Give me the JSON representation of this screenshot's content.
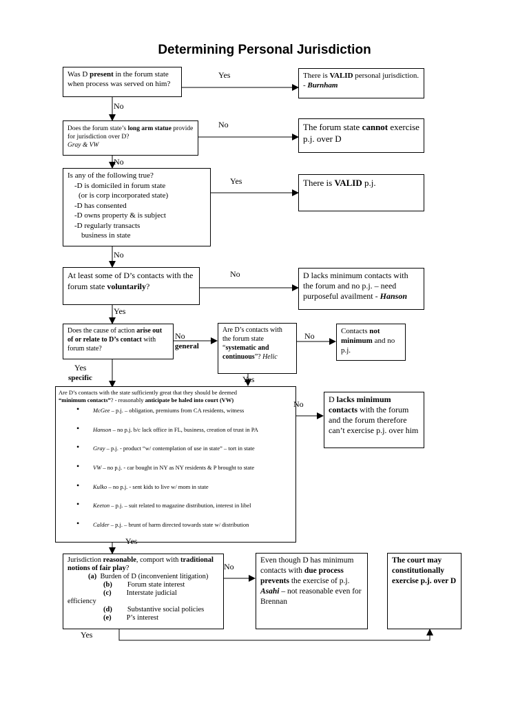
{
  "title": "Determining Personal Jurisdiction",
  "q1": {
    "pre": "Was D ",
    "bold": "present",
    "post": " in the forum state when process was served on him?"
  },
  "r1": {
    "pre": "There is ",
    "bold": "VALID",
    "mid": " personal jurisdiction. - ",
    "case": "Burnham"
  },
  "q2": {
    "pre": "Does the forum state’s ",
    "bold": "long arm statue",
    "post": " provide for jurisdiction over D?",
    "cases": "Gray & VW"
  },
  "r2": {
    "pre": "The forum state ",
    "bold": "cannot",
    "post": " exercise p.j. over D"
  },
  "q3": {
    "head": "Is any of the following true?",
    "items": [
      "-D is domiciled in forum state",
      "(or is corp incorporated state)",
      "-D has consented",
      "-D owns property & is subject",
      "-D regularly transacts",
      "business in state"
    ]
  },
  "r3": {
    "pre": "There is ",
    "bold": "VALID",
    "post": " p.j."
  },
  "q4": {
    "pre": "At least some of D’s contacts with the forum state ",
    "bold": "voluntarily",
    "post": "?"
  },
  "r4": {
    "text": "D lacks minimum contacts with the forum and no p.j. – need purposeful availment - ",
    "case": "Hanson"
  },
  "q5": {
    "pre": "Does the cause of action ",
    "bold": "arise out of or relate to D’s contact",
    "post": " with forum state?"
  },
  "q6": {
    "pre": "Are D’s contacts with the forum state “",
    "bold": "systematic and continuous",
    "post": "”? ",
    "case": "Helic"
  },
  "r6": {
    "pre": "Contacts ",
    "bold": "not minimum",
    "post": " and no p.j."
  },
  "q7": {
    "line1": "Are D’s contacts with the state sufficiently great that they should be deemed",
    "bold1": "“minimum contacts”",
    "mid": "? - reasonably ",
    "bold2": "anticipate be haled into court (VW)",
    "cases": [
      {
        "name": "McGee",
        "rest": " – p.j. – obligation, premiums from CA residents, witness"
      },
      {
        "name": "Hanson",
        "rest": " – no p.j. b/c lack office in FL, business, creation of trust in PA"
      },
      {
        "name": "Gray",
        "rest": " – p.j. - product “w/ contemplation of use in state” – tort in state"
      },
      {
        "name": "VW",
        "rest": " – no p.j. - car bought in NY as NY residents & P brought to state"
      },
      {
        "name": "Kulko",
        "rest": " – no p.j. - sent kids to live w/ mom in state"
      },
      {
        "name": "Keeton",
        "rest": " – p.j. – suit related to magazine distribution, interest in libel"
      },
      {
        "name": "Calder",
        "rest": " – p.j. – brunt of harm directed towards state w/ distribution"
      }
    ]
  },
  "r7": {
    "pre": "D ",
    "bold": "lacks minimum contacts",
    "post": " with the forum and the forum therefore can’t exercise p.j. over him"
  },
  "q8": {
    "pre": "Jurisdiction ",
    "bold1": "reasonable",
    "mid": ", comport with ",
    "bold2": "traditional notions of fair play",
    "post": "?",
    "factors": [
      {
        "key": "(a)",
        "text": "Burden of D (inconvenient litigation)"
      },
      {
        "key": "(b)",
        "text": "Forum state interest"
      },
      {
        "key": "(c)",
        "text": "Interstate judicial"
      },
      {
        "key": "",
        "text": "efficiency"
      },
      {
        "key": "(d)",
        "text": "Substantive social policies"
      },
      {
        "key": "(e)",
        "text": "P’s interest"
      }
    ]
  },
  "r8": {
    "pre": "Even though D has minimum contacts with ",
    "bold": "due process prevents",
    "post": " the exercise of p.j.",
    "case": "Asahi",
    "tail": " – not reasonable even for Brennan"
  },
  "r9": {
    "text": "The court may constitutionally exercise p.j. over D"
  },
  "labels": {
    "yes1": "Yes",
    "no1": "No",
    "no2a": "No",
    "no2b": "No",
    "yes3": "Yes",
    "no3": "No",
    "no4": "No",
    "yes4": "Yes",
    "no5": "No",
    "general": "general",
    "no6": "No",
    "yes5": "Yes",
    "specific": "specific",
    "yes6": "Yes",
    "no7": "No",
    "yes7": "Yes",
    "no8": "No",
    "yes8": "Yes"
  }
}
